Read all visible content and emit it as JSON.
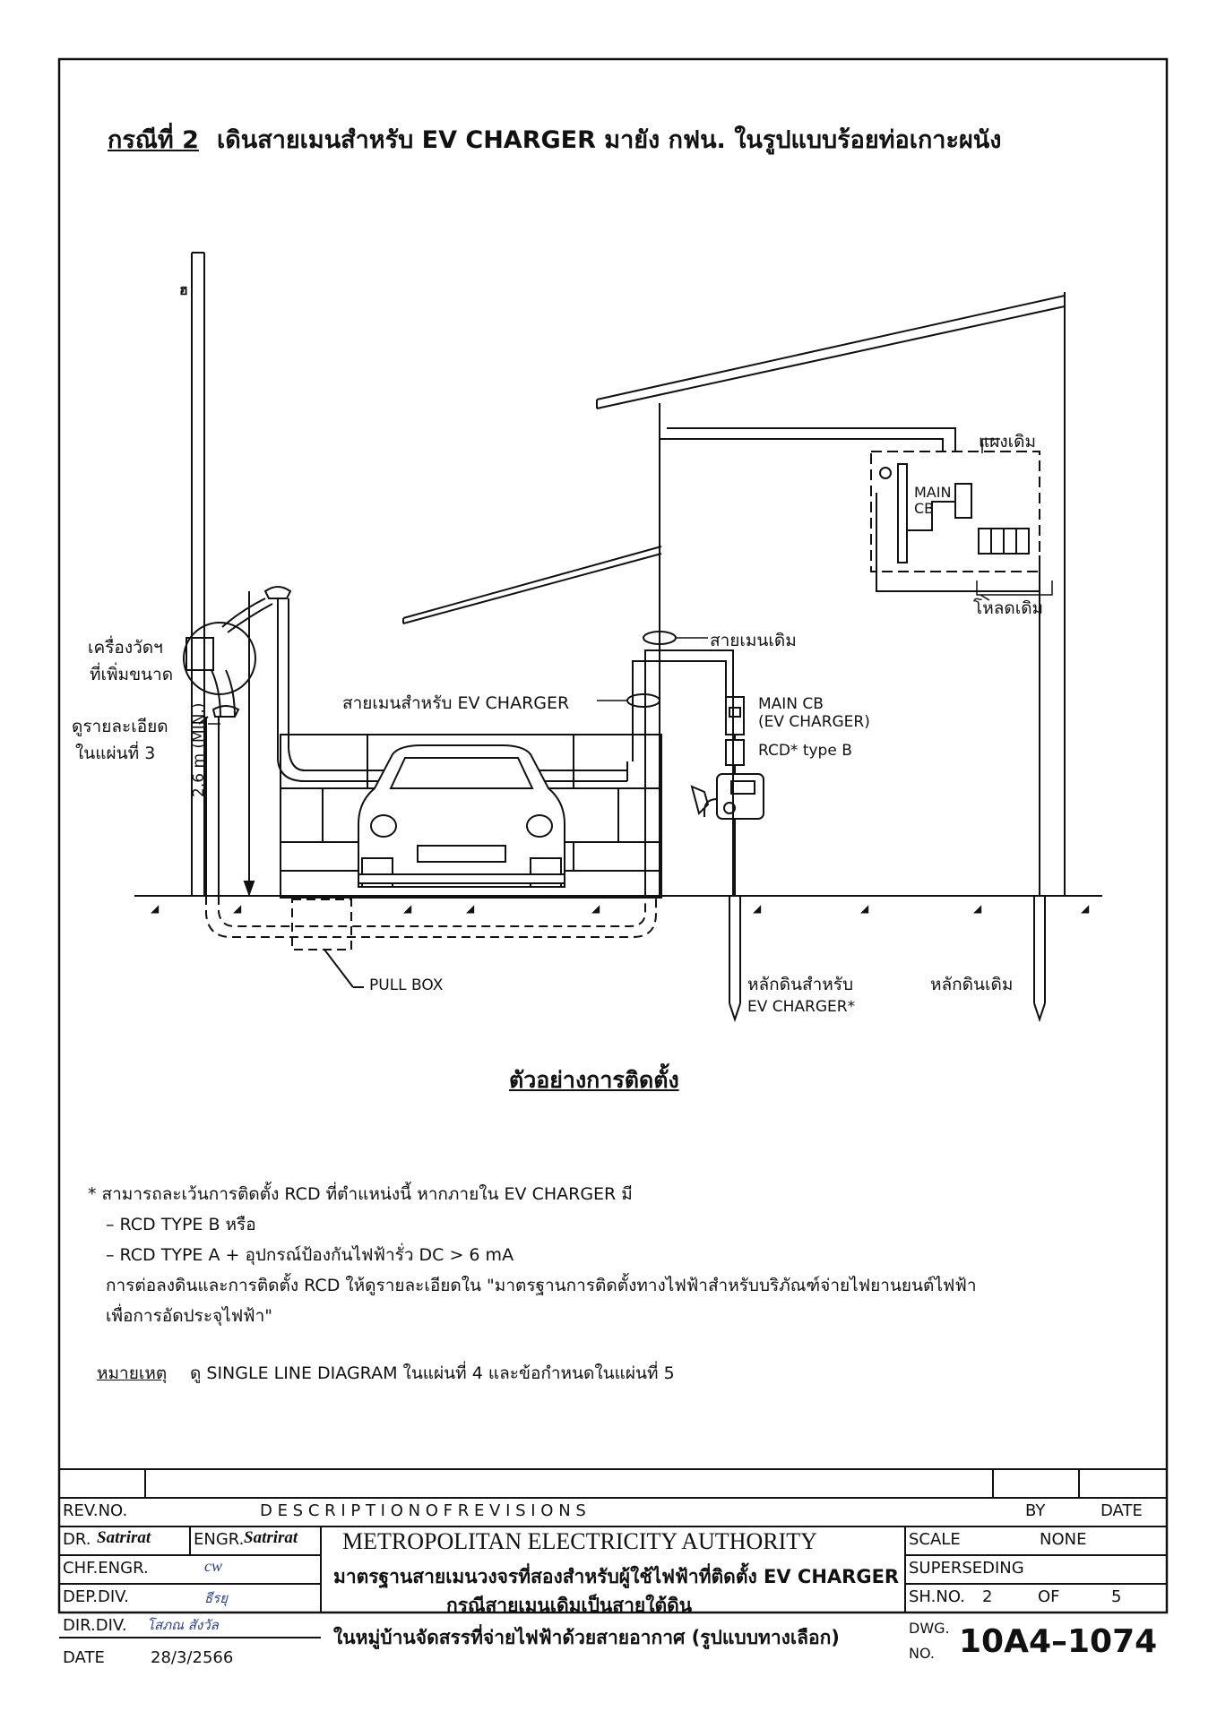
{
  "header": {
    "case_label": "กรณีที่ 2",
    "case_title": "เดินสายเมนสำหรับ EV CHARGER มายัง กฟน. ในรูปแบบร้อยท่อเกาะผนัง"
  },
  "diagram": {
    "labels": {
      "meter": "เครื่องวัดฯ",
      "meter2": "ที่เพิ่มขนาด",
      "detail": "ดูรายละเอียด",
      "detail2": "ในแผ่นที่ 3",
      "height": "2.6 m (MIN.)",
      "ev_main": "สายเมนสำหรับ EV CHARGER",
      "old_main": "สายเมนเดิม",
      "old_panel": "แผงเดิม",
      "main_cb": "MAIN",
      "main_cb2": "CB",
      "old_load": "โหลดเดิม",
      "ev_cb": "MAIN CB",
      "ev_cb2": "(EV CHARGER)",
      "rcd": "RCD* type B",
      "pull_box": "PULL BOX",
      "ground_ev": "หลักดินสำหรับ",
      "ground_ev2": "EV CHARGER*",
      "ground_old": "หลักดินเดิม",
      "pole_mark": "ฮ"
    },
    "caption": "ตัวอย่างการติดตั้ง"
  },
  "notes": {
    "line1": "* สามารถละเว้นการติดตั้ง RCD ที่ตำแหน่งนี้ หากภายใน EV CHARGER มี",
    "line2": "– RCD TYPE B หรือ",
    "line3": "– RCD TYPE A + อุปกรณ์ป้องกันไฟฟ้ารั่ว DC > 6 mA",
    "line4": "การต่อลงดินและการติดตั้ง RCD ให้ดูรายละเอียดใน \"มาตรฐานการติดตั้งทางไฟฟ้าสำหรับบริภัณฑ์จ่ายไฟยานยนต์ไฟฟ้า",
    "line5": "เพื่อการอัดประจุไฟฟ้า\"",
    "remark_label": "หมายเหตุ",
    "remark_text": "ดู SINGLE LINE DIAGRAM ในแผ่นที่ 4 และข้อกำหนดในแผ่นที่ 5"
  },
  "title_block": {
    "rev_no": "REV.NO.",
    "description": "D E S C R I P T I O N        O F        R E V I S I O N S",
    "by": "BY",
    "date_hdr": "DATE",
    "dr": "DR.",
    "dr_sig": "Satrirat",
    "engr": "ENGR.",
    "engr_sig": "Satrirat",
    "chf_engr": "CHF.ENGR.",
    "chf_sig": "cw",
    "dep_div": "DEP.DIV.",
    "dep_sig": "ธีรยุ",
    "dir_div": "DIR.DIV.",
    "dir_sig": "โสภณ สังวัล",
    "date_lbl": "DATE",
    "date_val": "28/3/2566",
    "authority": "METROPOLITAN  ELECTRICITY  AUTHORITY",
    "std_line1": "มาตรฐานสายเมนวงจรที่สองสำหรับผู้ใช้ไฟฟ้าที่ติดตั้ง EV CHARGER",
    "std_line2": "กรณีสายเมนเดิมเป็นสายใต้ดิน",
    "std_line3": "ในหมู่บ้านจัดสรรที่จ่ายไฟฟ้าด้วยสายอากาศ (รูปแบบทางเลือก)",
    "scale": "SCALE",
    "scale_val": "NONE",
    "superseding": "SUPERSEDING",
    "sh_no": "SH.NO.",
    "sh_val": "2",
    "sh_of": "OF",
    "sh_total": "5",
    "dwg": "DWG.",
    "dwg_no_lbl": "NO.",
    "dwg_no": "10A4–1074"
  }
}
